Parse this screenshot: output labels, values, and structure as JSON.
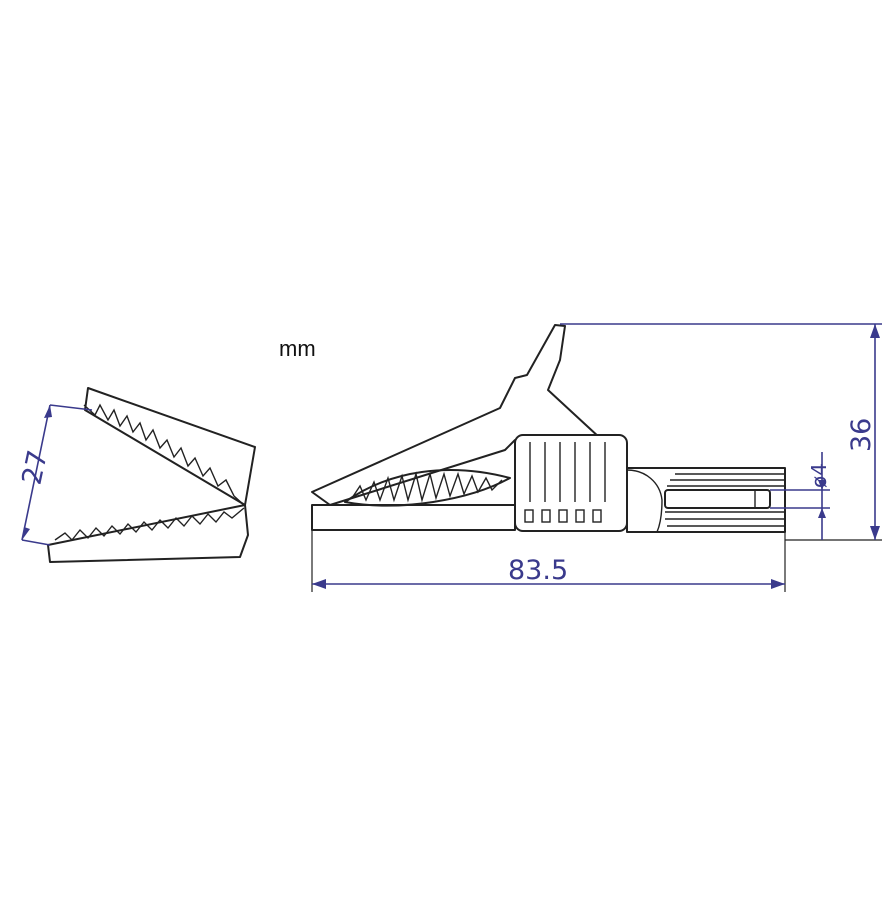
{
  "unit": "mm",
  "dimensions": {
    "side_jaw_opening": "27",
    "overall_length": "83.5",
    "overall_height": "36",
    "socket_diameter": "ø4"
  },
  "colors": {
    "outline": "#222222",
    "dimension": "#3a3a8c",
    "background": "#ffffff"
  }
}
